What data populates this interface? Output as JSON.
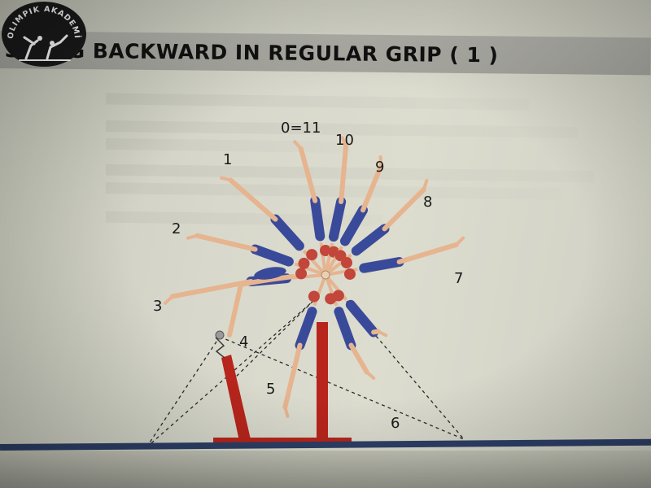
{
  "header": {
    "logo_text": "OLIMPIK AKADEMİ",
    "title": "SWING BACKWARD IN REGULAR GRIP ( 1 )"
  },
  "diagram": {
    "position_labels": [
      "0=11",
      "1",
      "2",
      "3",
      "4",
      "5",
      "6",
      "7",
      "8",
      "9",
      "10"
    ]
  },
  "colors": {
    "bar": "#b8251c",
    "floor": "#2d3f66",
    "leotard": "#3a4a9a",
    "skin": "#e6b48f"
  }
}
